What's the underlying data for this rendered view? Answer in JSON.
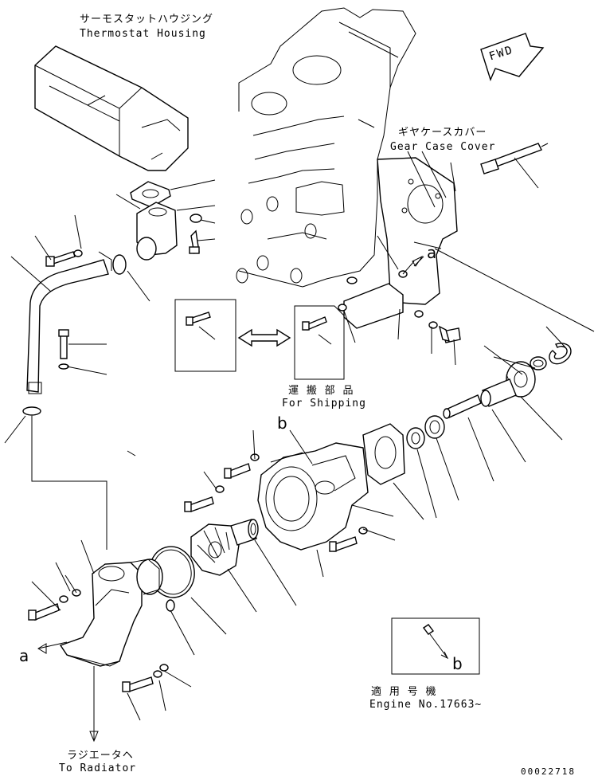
{
  "labels": {
    "thermostat_housing_jp": "サーモスタットハウジング",
    "thermostat_housing_en": "Thermostat Housing",
    "fwd": "FWD",
    "gear_case_cover_jp": "ギヤケースカバー",
    "gear_case_cover_en": "Gear Case Cover",
    "ref_a_upper": "a",
    "ref_a_lower": "a",
    "ref_b_upper": "b",
    "ref_b_inset": "b",
    "for_shipping_jp": "運 搬 部 品",
    "for_shipping_en": "For Shipping",
    "engine_no_jp": "適 用 号 機",
    "engine_no_en": "Engine No.17663~",
    "to_radiator_jp": "ラジエータヘ",
    "to_radiator_en": "To Radiator",
    "drawing_number": "00022718"
  }
}
